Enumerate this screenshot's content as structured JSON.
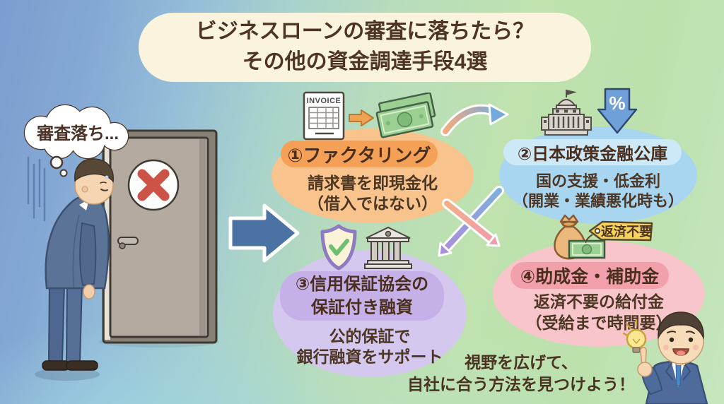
{
  "title": {
    "line1": "ビジネスローンの審査に落ちたら？",
    "line2": "その他の資金調達手段4選"
  },
  "left_scene": {
    "thought_text": "審査落ち..."
  },
  "options": [
    {
      "label": "①ファクタリング",
      "desc": [
        "請求書を即現金化",
        "（借入ではない）"
      ],
      "invoice_label": "INVOICE",
      "bubble_color": "#F8C38D",
      "pill_color": "#F4A157"
    },
    {
      "label": "②日本政策金融公庫",
      "desc": [
        "国の支援・低金利",
        "（開業・業績悪化時も）"
      ],
      "percent_label": "%",
      "bubble_color": "#A8D5F0",
      "pill_color": "#CDE9F8"
    },
    {
      "label_lines": [
        "③信用保証協会の",
        "保証付き融資"
      ],
      "desc": [
        "公的保証で",
        "銀行融資をサポート"
      ],
      "bubble_color": "#D5C8EE",
      "pill_color": "#C5B0E7"
    },
    {
      "label": "④助成金・補助金",
      "desc": [
        "返済不要の給付金",
        "（受給まで時間要）"
      ],
      "tag_label": "返済不要",
      "bubble_color": "#F8C5CA",
      "pill_color": "#F2A0AB"
    }
  ],
  "footer": {
    "line1": "視野を広げて、",
    "line2": "自社に合う方法を見つけよう！"
  },
  "colors": {
    "bg_left": "#7C9DCF",
    "bg_right": "#C6E6BF",
    "title_bg": "#FAF3DD",
    "text_brown": "#4A3322",
    "reject_x_red": "#CE5347",
    "big_arrow_blue": "#4A73A4",
    "suit_blue": "#5C7398"
  }
}
